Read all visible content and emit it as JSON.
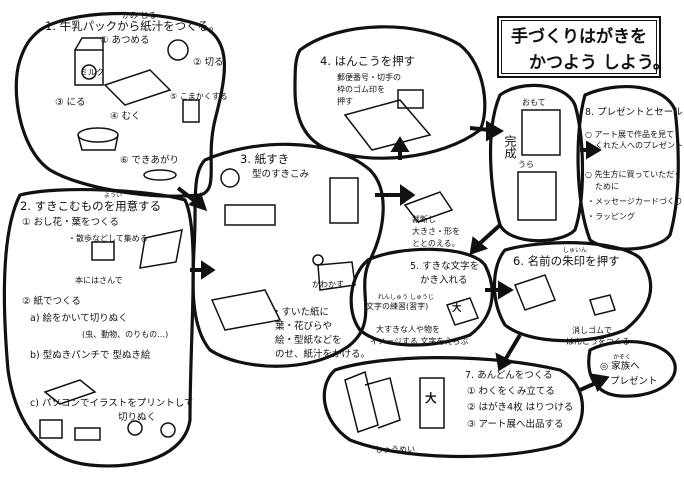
{
  "title": {
    "line1": "手づくりはがきを",
    "line2": "かつよう しよう。"
  },
  "step1": {
    "heading": "1. 牛乳パックから紙汁をつくる。",
    "ruby": "かみ じる",
    "items": [
      "① あつめる",
      "② 切る",
      "③ にる",
      "④ むく",
      "⑤ こまかくする",
      "⑥ できあがり"
    ],
    "carton_label": "ミルク"
  },
  "step2": {
    "heading": "2. すきこむものを用意する",
    "ruby": "ようい",
    "sub1": "① おし花・葉をつくる",
    "sub1_note": "・散歩などして集める",
    "sub1_note2": "本にはさんで",
    "sub2": "② 紙でつくる",
    "sub2a": "a) 絵をかいて切りぬく",
    "sub2a_note": "(虫、動物、のりもの…)",
    "sub2b": "b) 型ぬきパンチで 型ぬき絵",
    "sub2c": "c) パソコンでイラストをプリントして",
    "sub2c2": "切りぬく"
  },
  "step3": {
    "heading": "3. 紙すき",
    "heading2": "型のすきこみ",
    "dry_label": "かわかす",
    "note": [
      "・すいた紙に",
      "葉・花びらや",
      "絵・型紙などを",
      "のせ、紙汁をかける。"
    ]
  },
  "step4": {
    "heading": "4. はんこうを押す",
    "note": [
      "郵便番号・切手の",
      "枠のゴム印を",
      "押す"
    ],
    "cut_note": [
      "裁断し",
      "大きさ・形を",
      "ととのえる。"
    ]
  },
  "complete": {
    "label": "完成",
    "front": "おもて",
    "back": "うら"
  },
  "step5": {
    "heading": "5. すきな文字を",
    "heading2": "かき入れる",
    "practice": "文字の練習(習字)",
    "practice_ruby": "れんしゅう しゅうじ",
    "note": [
      "大すきな人や物を",
      "イメージする 文字をえらぶ"
    ],
    "char": "大"
  },
  "step6": {
    "heading": "6. 名前の朱印を押す",
    "ruby": "しゅいん",
    "note": [
      "消しゴムで",
      "はんこうをつくる"
    ]
  },
  "step7": {
    "heading": "7. あんどんをつくる",
    "items": [
      "① わくをくみ立てる",
      "② はがき4枚 はりつける",
      "③ アート展へ出品する"
    ],
    "lamp_label": "しょうめい",
    "char": "大"
  },
  "step8": {
    "heading": "8. プレゼントとセール",
    "item1": [
      "○ アート展で作品を見て",
      "くれた人へのプレゼント"
    ],
    "item2": [
      "○ 先生方に買っていただく",
      "ために"
    ],
    "bullets": [
      "・メッセージカードづくり",
      "・ラッピング"
    ]
  },
  "family": {
    "line1": "◎ 家族へ",
    "line2": "プレゼント",
    "ruby": "かぞく"
  }
}
